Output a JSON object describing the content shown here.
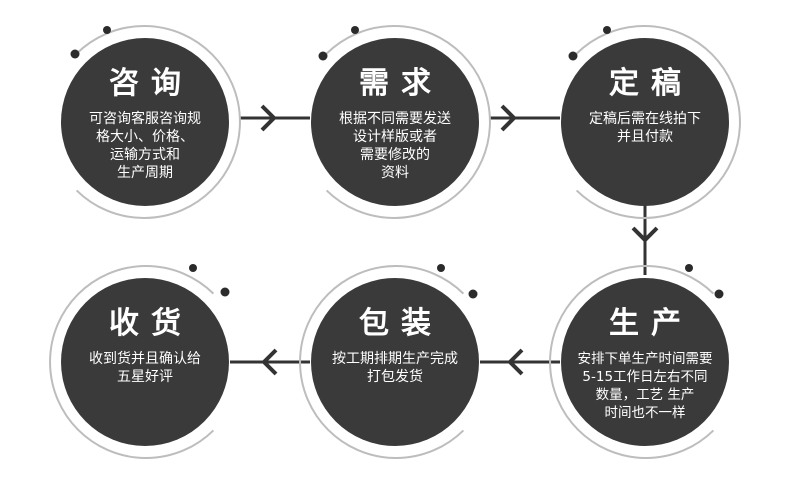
{
  "colors": {
    "circle": "#3a3a3a",
    "ring": "#bdbdbd",
    "dot": "#2b2b2b",
    "line": "#333333",
    "text": "#ffffff"
  },
  "steps": [
    {
      "title": "咨询",
      "lines": [
        "可咨询客服咨询规",
        "格大小、价格、",
        "运输方式和",
        "生产周期"
      ]
    },
    {
      "title": "需求",
      "lines": [
        "根据不同需要发送",
        "设计样版或者",
        "需要修改的",
        "资料"
      ]
    },
    {
      "title": "定稿",
      "lines": [
        "定稿后需在线拍下",
        "并且付款"
      ]
    },
    {
      "title": "生产",
      "lines": [
        "安排下单生产时间需要",
        "5-15工作日左右不同",
        "数量，工艺 生产",
        "时间也不一样"
      ]
    },
    {
      "title": "包装",
      "lines": [
        "按工期排期生产完成",
        "打包发货"
      ]
    },
    {
      "title": "收货",
      "lines": [
        "收到货并且确认给",
        "五星好评"
      ]
    }
  ]
}
